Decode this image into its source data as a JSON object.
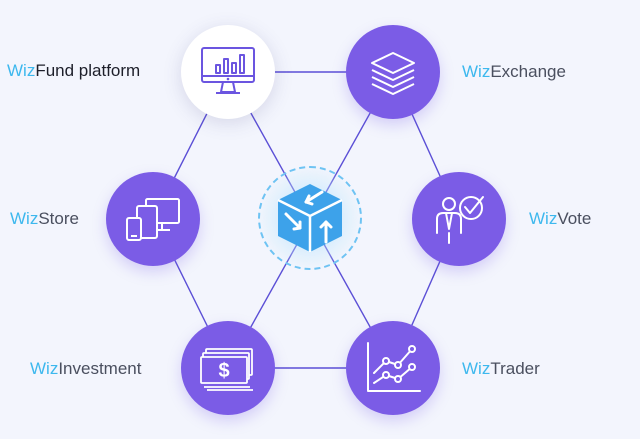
{
  "colors": {
    "brand_blue": "#3db8ee",
    "node_purple": "#7b5ce6",
    "connector": "#5b4fd6",
    "hub_cube": "#3da2ea",
    "background": "#f3f5fd"
  },
  "nodes": [
    {
      "id": "fund",
      "brand": "Wiz",
      "label": "Fund platform",
      "icon": "monitor-chart-icon",
      "highlighted": true
    },
    {
      "id": "exchange",
      "brand": "Wiz",
      "label": "Exchange",
      "icon": "layers-icon"
    },
    {
      "id": "store",
      "brand": "Wiz",
      "label": "Store",
      "icon": "devices-icon"
    },
    {
      "id": "vote",
      "brand": "Wiz",
      "label": "Vote",
      "icon": "person-vote-icon"
    },
    {
      "id": "investment",
      "brand": "Wiz",
      "label": "Investment",
      "icon": "money-stack-icon"
    },
    {
      "id": "trader",
      "brand": "Wiz",
      "label": "Trader",
      "icon": "line-chart-icon"
    }
  ],
  "hub": {
    "icon": "cube-arrows-icon"
  }
}
